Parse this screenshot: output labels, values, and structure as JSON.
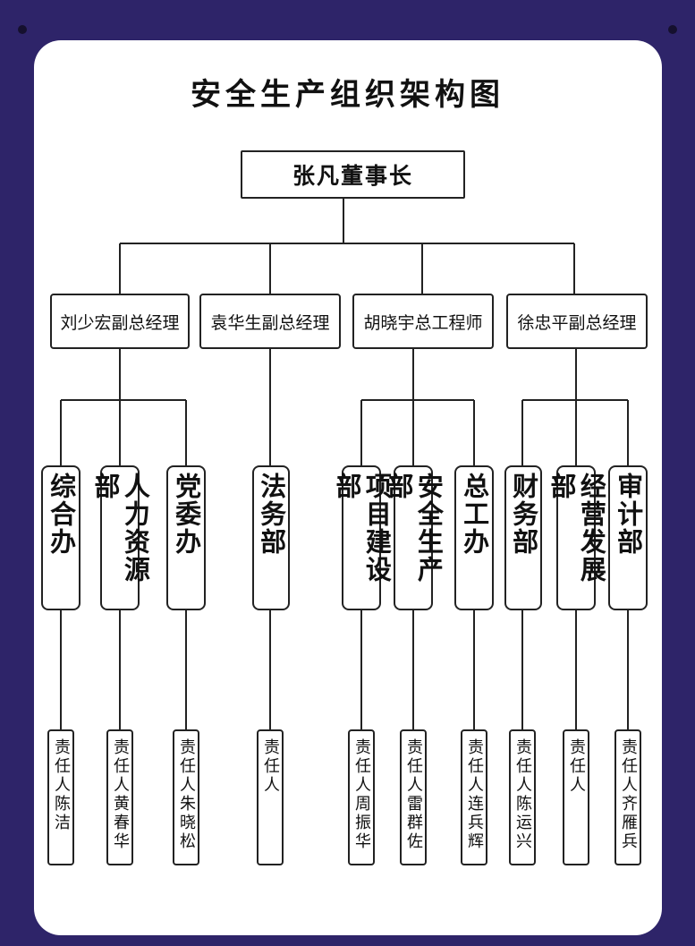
{
  "title": "安全生产组织架构图",
  "chairman": "张凡董事长",
  "managers": [
    "刘少宏副总经理",
    "袁华生副总经理",
    "胡晓宇总工程师",
    "徐忠平副总经理"
  ],
  "departments": [
    "综合办",
    "人力资源部",
    "党委办",
    "法务部",
    "项目建设部",
    "安全生产部",
    "总工办",
    "财务部",
    "经营发展部",
    "审计部"
  ],
  "responsibles": [
    "责任人陈洁",
    "责任人黄春华",
    "责任人朱晓松",
    "责任人",
    "责任人周振华",
    "责任人雷群佐",
    "责任人连兵辉",
    "责任人陈运兴",
    "责任人",
    "责任人齐雁兵"
  ],
  "colors": {
    "background": "#2e2469",
    "board": "#ffffff",
    "line": "#222222"
  }
}
